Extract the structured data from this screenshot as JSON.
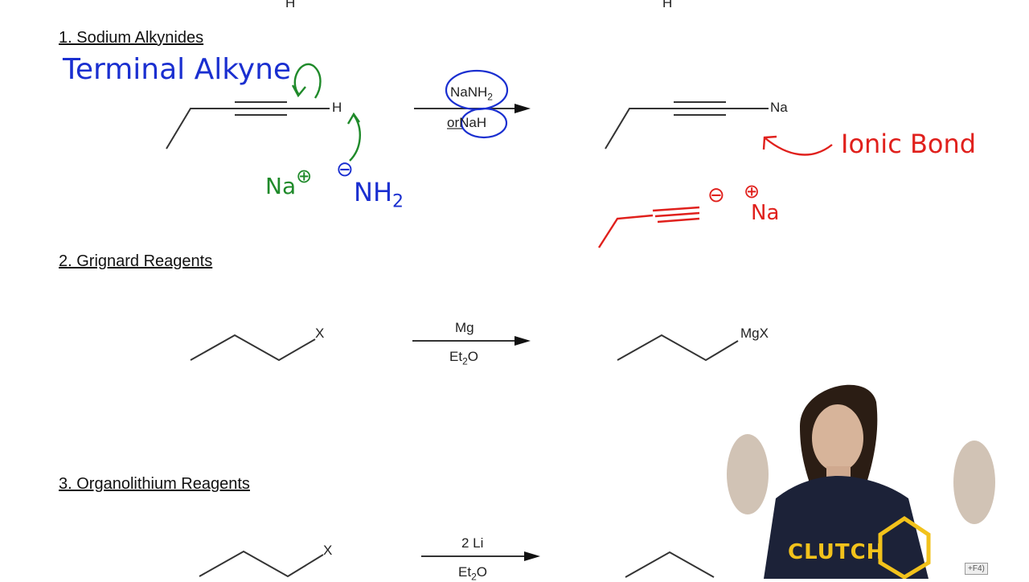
{
  "top_fragments": {
    "left_h": "H",
    "right_h": "H"
  },
  "section1": {
    "heading": "1. Sodium Alkynides",
    "reactant_h": "H",
    "reagent_top": "NaNH",
    "reagent_top_sub": "2",
    "reagent_bottom_or": "or",
    "reagent_bottom": "NaH",
    "product_label": "Na"
  },
  "section2": {
    "heading": "2. Grignard Reagents",
    "reactant_x": "X",
    "reagent_top": "Mg",
    "reagent_bottom_a": "Et",
    "reagent_bottom_sub": "2",
    "reagent_bottom_b": "O",
    "product_label": "MgX"
  },
  "section3": {
    "heading": "3. Organolithium Reagents",
    "reactant_x": "X",
    "reagent_top": "2 Li",
    "reagent_bottom_a": "Et",
    "reagent_bottom_sub": "2",
    "reagent_bottom_b": "O"
  },
  "annotations": {
    "terminal_alkyne": "Terminal Alkyne",
    "na_plus": "Na",
    "nh2": "NH",
    "nh2_sub": "2",
    "ionic_bond": "Ionic Bond",
    "na_red": "Na",
    "plus_symbol": "⊕",
    "minus_symbol": "⊖"
  },
  "video": {
    "shirt_text": "CLUTCH",
    "shortcut_hint": "+F4)"
  },
  "colors": {
    "blue": "#1a2fd0",
    "green": "#1f8a2a",
    "red": "#e0201c",
    "text": "#222222"
  }
}
